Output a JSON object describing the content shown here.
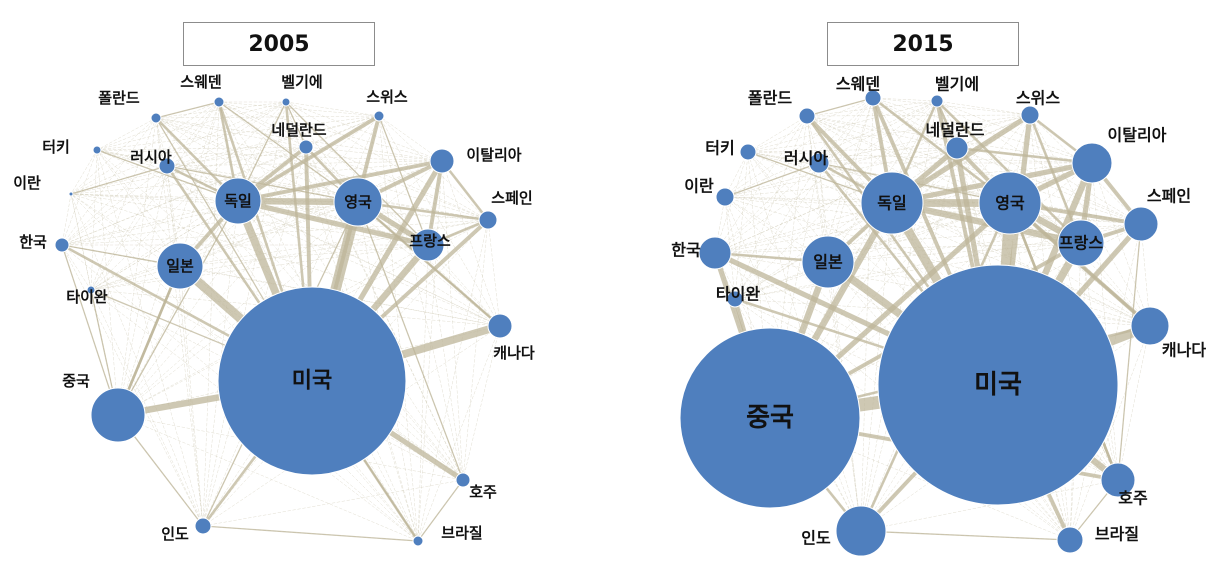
{
  "colors": {
    "node": "#4f7fbe",
    "edge": "#c9c3ab",
    "edge_dark": "#bdb69a",
    "frame": "#8c8c8c"
  },
  "panels": [
    {
      "year": "2005",
      "nodes": [
        {
          "label": "미국"
        },
        {
          "label": "중국"
        },
        {
          "label": "독일"
        },
        {
          "label": "영국"
        },
        {
          "label": "일본"
        },
        {
          "label": "프랑스"
        },
        {
          "label": "이탈리아"
        },
        {
          "label": "캐나다"
        },
        {
          "label": "스페인"
        },
        {
          "label": "호주"
        },
        {
          "label": "인도"
        },
        {
          "label": "브라질"
        },
        {
          "label": "러시아"
        },
        {
          "label": "네덜란드"
        },
        {
          "label": "스웨덴"
        },
        {
          "label": "벨기에"
        },
        {
          "label": "스위스"
        },
        {
          "label": "폴란드"
        },
        {
          "label": "터키"
        },
        {
          "label": "이란"
        },
        {
          "label": "한국"
        },
        {
          "label": "타이완"
        }
      ]
    },
    {
      "year": "2015",
      "nodes": [
        {
          "label": "미국"
        },
        {
          "label": "중국"
        },
        {
          "label": "독일"
        },
        {
          "label": "영국"
        },
        {
          "label": "일본"
        },
        {
          "label": "프랑스"
        },
        {
          "label": "이탈리아"
        },
        {
          "label": "캐나다"
        },
        {
          "label": "스페인"
        },
        {
          "label": "호주"
        },
        {
          "label": "인도"
        },
        {
          "label": "브라질"
        },
        {
          "label": "러시아"
        },
        {
          "label": "네덜란드"
        },
        {
          "label": "스웨덴"
        },
        {
          "label": "벨기에"
        },
        {
          "label": "스위스"
        },
        {
          "label": "폴란드"
        },
        {
          "label": "터키"
        },
        {
          "label": "이란"
        },
        {
          "label": "한국"
        },
        {
          "label": "타이완"
        }
      ]
    }
  ]
}
